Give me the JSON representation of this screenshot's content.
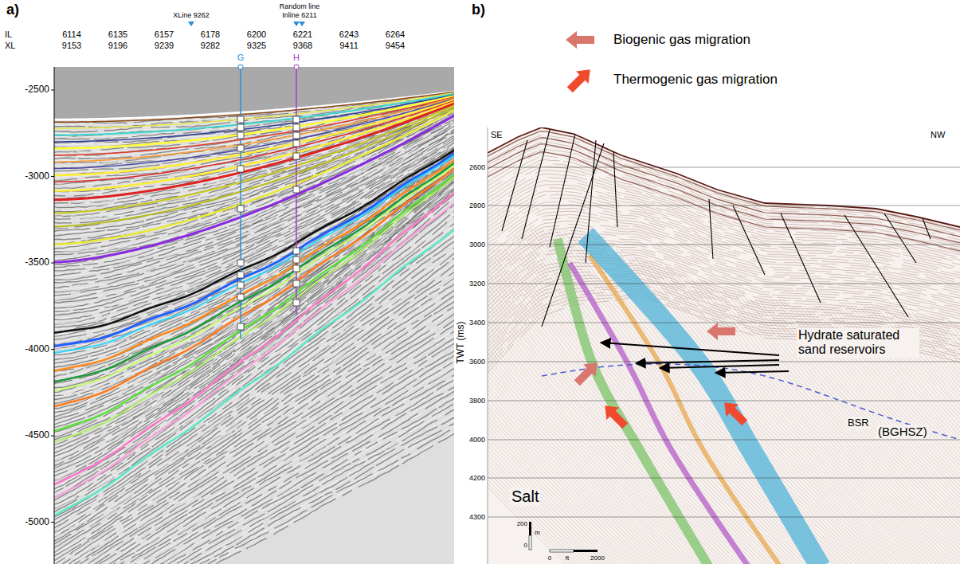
{
  "diagram": {
    "labels": [
      "a)",
      "IL",
      "XL",
      "6114",
      "6135",
      "6157",
      "6178",
      "6200",
      "6221",
      "6243",
      "6264",
      "9153",
      "9196",
      "9239",
      "9282",
      "9325",
      "9368",
      "9411",
      "9454",
      "XLine 9262",
      "Random line",
      "Inline 6211",
      "G",
      "H",
      "-2500",
      "-3000",
      "-3500",
      "-4000",
      "-4500",
      "-5000",
      "b)",
      "SE",
      "NW",
      "2600",
      "2800",
      "3000",
      "3200",
      "3400",
      "3600",
      "3800",
      "4000",
      "4200",
      "4300",
      "TWT (ms)",
      "Hydrate saturated sand reservoirs",
      "BSR",
      "(BGHSZ)",
      "Salt",
      "200",
      "m",
      "0",
      "0",
      "ft",
      "2000"
    ],
    "legend": [
      {
        "text": "Biogenic gas migration",
        "color": "#d9776e"
      },
      {
        "text": "Thermogenic gas migration",
        "color": "#f04a2e"
      }
    ]
  }
}
